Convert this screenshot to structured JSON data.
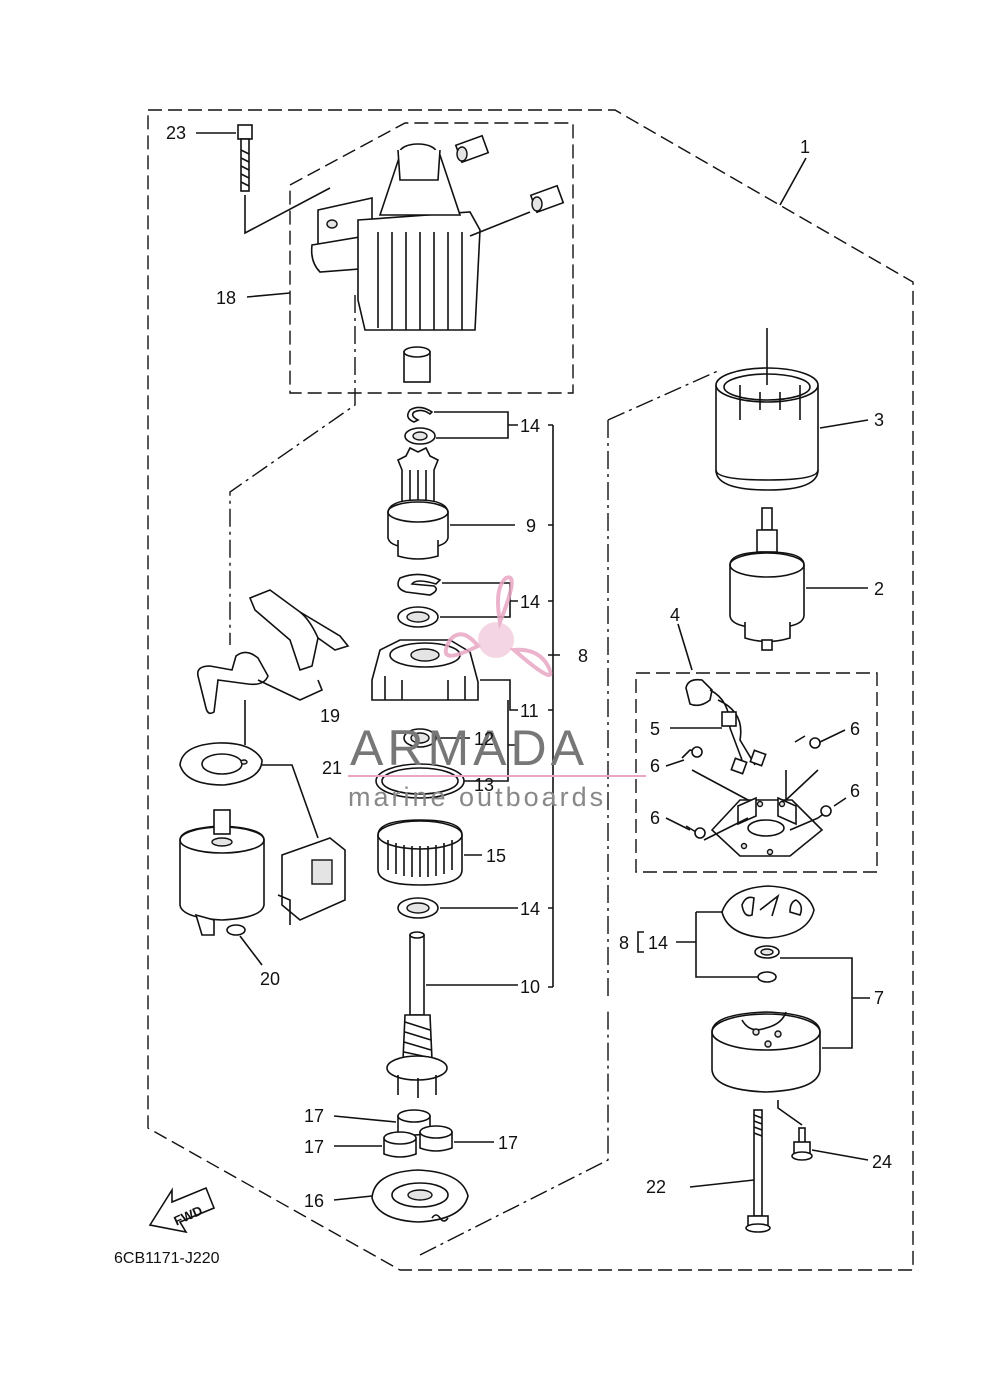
{
  "diagram_code": "6CB1171-J220",
  "fwd_label": "FWD",
  "watermark": {
    "title": "ARMADA",
    "subtitle": "marine outboards"
  },
  "callouts": {
    "c1": "1",
    "c2": "2",
    "c3": "3",
    "c4": "4",
    "c5": "5",
    "c6a": "6",
    "c6b": "6",
    "c6c": "6",
    "c6d": "6",
    "c7": "7",
    "c8a": "8",
    "c8b": "8",
    "c9": "9",
    "c10": "10",
    "c11": "11",
    "c12": "12",
    "c13": "13",
    "c14a": "14",
    "c14b": "14",
    "c14c": "14",
    "c14d": "14",
    "c15": "15",
    "c16": "16",
    "c17a": "17",
    "c17b": "17",
    "c17c": "17",
    "c18": "18",
    "c19": "19",
    "c20": "20",
    "c21": "21",
    "c22": "22",
    "c23": "23",
    "c24": "24"
  },
  "colors": {
    "line": "#111111",
    "watermark_text": "#777777",
    "watermark_logo": "#e8a6c4"
  }
}
